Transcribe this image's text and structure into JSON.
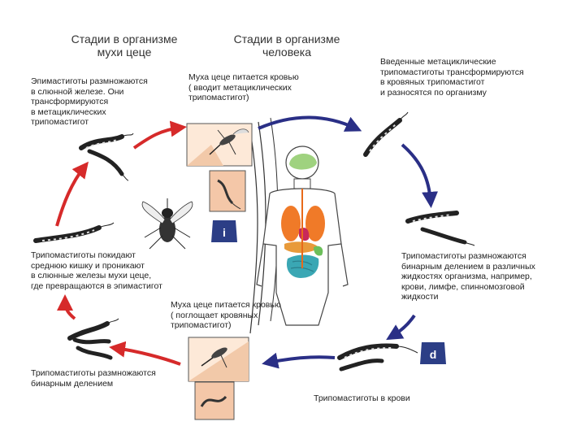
{
  "headers": {
    "fly": "Стадии в организме\nмухи цеце",
    "human": "Стадии в организме\nчеловека"
  },
  "labels": {
    "epimastigotes": "Эпимастиготы размножаются\nв слюнной железе. Они\nтрансформируются\nв метациклических\nтрипомастигот",
    "fly_feeds_top": "Муха цеце питается кровью\n( вводит метациклических\nтрипомастигот)",
    "injected": "Введенные метациклические\nтрипомастиготы трансформируются\nв кровяных трипомастигот\nи разносятся по организму",
    "trypo_leave": "Трипомастиготы покидают\nсреднюю кишку и проникают\nв слюнные железы мухи цеце,\nгде превращаются в эпимастигот",
    "binary_human": "Трипомастиготы размножаются\nбинарным делением в различных\nжидкостях организма, например,\nкрови, лимфе, спинномозговой\nжидкости",
    "fly_feeds_bottom": "Муха цеце питается кровью\n( поглощает кровяных\nтрипомастигот)",
    "binary_fly": "Трипомастиготы размножаются\nбинарным делением",
    "in_blood": "Трипомастиготы в крови"
  },
  "badges": {
    "infective": "i",
    "diagnostic": "d"
  },
  "colors": {
    "fly_arrow": "#d62a2a",
    "human_arrow": "#2a2f86",
    "badge": "#2c3e86",
    "skin": "#f2c9a9",
    "brain": "#9fd27f",
    "lungs": "#f07a28",
    "heart": "#c8285a",
    "liver": "#e89a3a",
    "stomach": "#6cbf5a",
    "intestine": "#3aa7b4"
  }
}
